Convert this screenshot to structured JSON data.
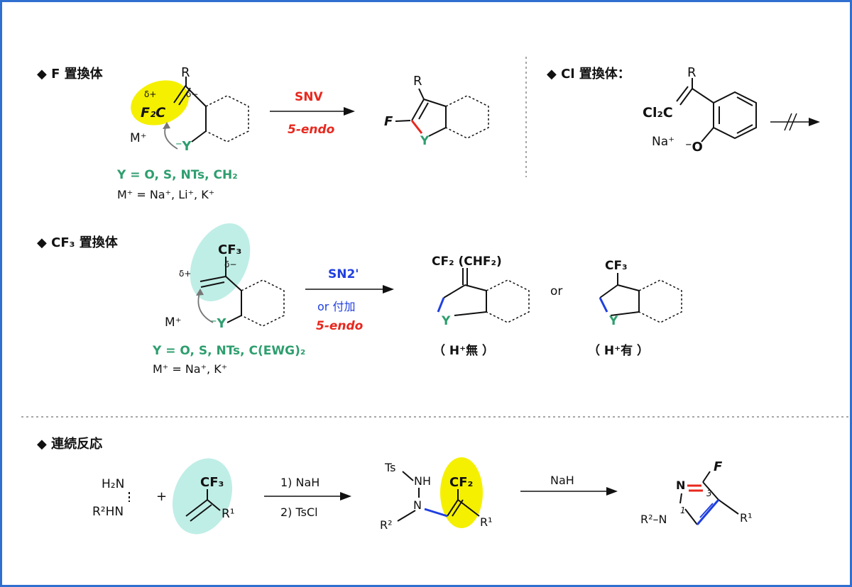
{
  "colors": {
    "frame": "#2f6fd0",
    "green": "#2e9e6e",
    "red": "#e8281e",
    "blue": "#1f3fe0",
    "yellow": "#f5f000",
    "cyan": "#bfeee6",
    "black": "#111111",
    "gray": "#777777"
  },
  "section_f": {
    "heading": "◆ F 置換体",
    "r": "R",
    "f2c": "F₂C",
    "delta_plus": "δ+",
    "delta_minus": "δ−",
    "m_plus": "M⁺",
    "y_minus": "⁻Y",
    "y_list": "Y = O, S, NTs, CH₂",
    "m_list": "M⁺ = Na⁺, Li⁺, K⁺",
    "arrow_top": "SNV",
    "arrow_bottom": "5-endo",
    "prod_r": "R",
    "prod_f": "F",
    "prod_y": "Y"
  },
  "section_cl": {
    "heading": "◆ Cl 置換体：",
    "r": "R",
    "cl2c": "Cl₂C",
    "na": "Na⁺",
    "o_minus": "⁻O"
  },
  "section_cf3": {
    "heading": "◆ CF₃ 置換体",
    "cf3": "CF₃",
    "delta_plus": "δ+",
    "delta_minus": "δ−",
    "m_plus": "M⁺",
    "y_minus": "⁻Y",
    "y_list": "Y = O, S, NTs, C(EWG)₂",
    "m_list": "M⁺ = Na⁺, K⁺",
    "arrow_top": "SN2'",
    "arrow_mid": "or 付加",
    "arrow_bottom": "5-endo",
    "prod1_top": "CF₂ (CHF₂)",
    "prod1_y": "Y",
    "prod1_caption": "（ H⁺無 ）",
    "or": "or",
    "prod2_top": "CF₃",
    "prod2_y": "Y",
    "prod2_caption": "（ H⁺有 ）"
  },
  "section_seq": {
    "heading": "◆ 連続反応",
    "h2n": "H₂N",
    "r2hn": "R²HN",
    "plus": "+",
    "cf3": "CF₃",
    "r1": "R¹",
    "step1": "1) NaH",
    "step2": "2) TsCl",
    "ts": "Ts",
    "nh": "NH",
    "n": "N",
    "r2": "R²",
    "cf2": "CF₂",
    "inter_r1": "R¹",
    "arrow2": "NaH",
    "pyr_f": "F",
    "pyr_n2": "N",
    "pyr_3": "3",
    "pyr_r2n": "R²–N",
    "pyr_1": "1",
    "pyr_r1": "R¹"
  }
}
